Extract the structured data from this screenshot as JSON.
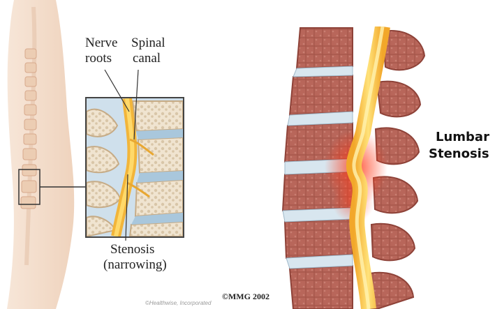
{
  "left_panel": {
    "label_nerve_roots_line1": "Nerve",
    "label_nerve_roots_line2": "roots",
    "label_spinal_canal_line1": "Spinal",
    "label_spinal_canal_line2": "canal",
    "label_stenosis_line1": "Stenosis",
    "label_stenosis_line2": "(narrowing)",
    "credit": "©Healthwise, Incorporated"
  },
  "right_panel": {
    "title_line1": "Lumbar",
    "title_line2": "Stenosis",
    "credit": "©MMG 2002"
  },
  "colors": {
    "bone": "#b8665a",
    "bone_dark": "#8e4238",
    "disc": "#d8e6ef",
    "nerve": "#f5c542",
    "inflammation": "#e94a2a",
    "skin": "#f3dccb"
  }
}
